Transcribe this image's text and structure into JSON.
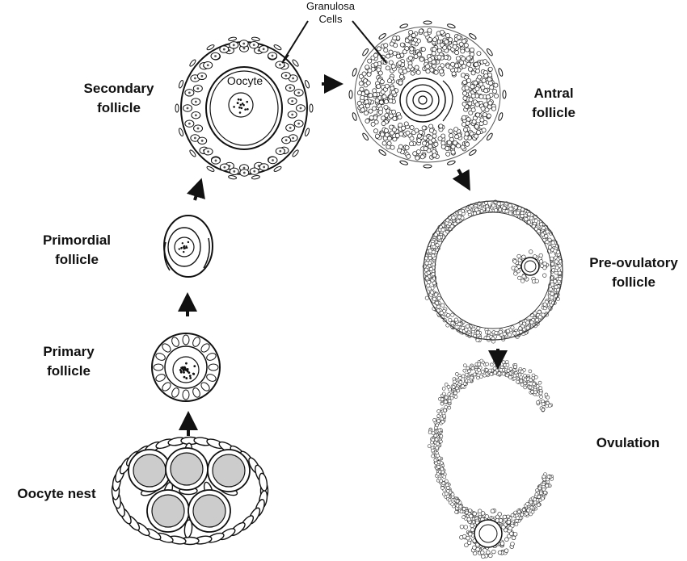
{
  "labels": {
    "oocyte_nest": "Oocyte nest",
    "primary_1": "Primary",
    "primary_2": "follicle",
    "primordial_1": "Primordial",
    "primordial_2": "follicle",
    "secondary_1": "Secondary",
    "secondary_2": "follicle",
    "antral_1": "Antral",
    "antral_2": "follicle",
    "preovulatory_1": "Pre-ovulatory",
    "preovulatory_2": "follicle",
    "ovulation": "Ovulation",
    "oocyte": "Oocyte",
    "granulosa_1": "Granulosa",
    "granulosa_2": "Cells"
  },
  "colors": {
    "ink": "#111111",
    "oocyte_fill": "#cccccc",
    "background": "#ffffff"
  }
}
